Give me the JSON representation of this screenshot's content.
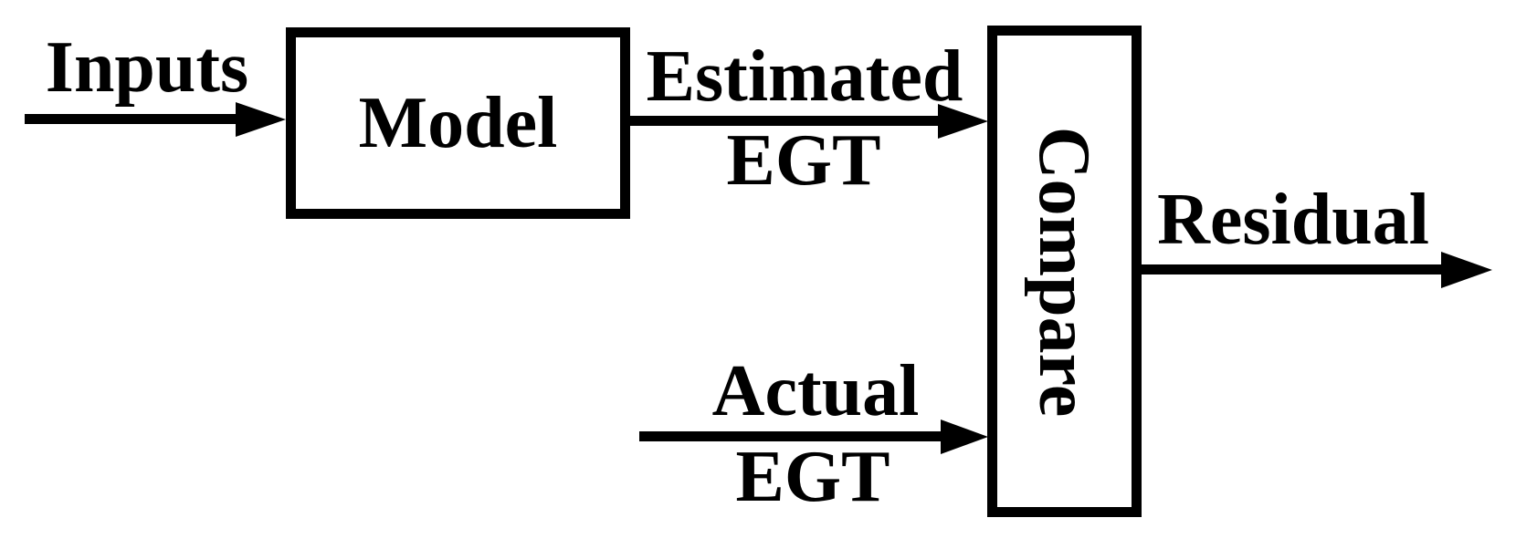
{
  "diagram": {
    "background": "#ffffff",
    "stroke": "#000000",
    "nodes": [
      {
        "id": "model",
        "label": "Model",
        "shape": "rect",
        "label_rotation_deg": 0
      },
      {
        "id": "compare",
        "label": "Compare",
        "shape": "rect",
        "label_rotation_deg": 90
      }
    ],
    "arrows": [
      {
        "id": "inputs",
        "label": "Inputs",
        "from": "external",
        "to": "model",
        "direction": "right"
      },
      {
        "id": "estimated-egt",
        "label_line1": "Estimated",
        "label_line2": "EGT",
        "from": "model",
        "to": "compare",
        "direction": "right"
      },
      {
        "id": "actual-egt",
        "label_line1": "Actual",
        "label_line2": "EGT",
        "from": "external",
        "to": "compare",
        "direction": "right"
      },
      {
        "id": "residual",
        "label": "Residual",
        "from": "compare",
        "to": "external",
        "direction": "right"
      }
    ]
  }
}
